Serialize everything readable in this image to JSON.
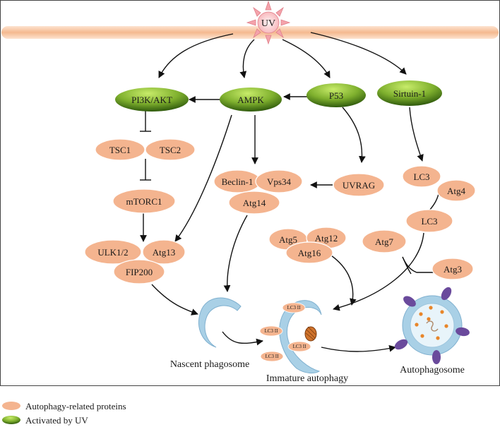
{
  "stimulus": "UV",
  "activated": {
    "pi3k_akt": "PI3K/AKT",
    "ampk": "AMPK",
    "p53": "P53",
    "sirtuin1": "Sirtuin-1"
  },
  "proteins": {
    "tsc1": "TSC1",
    "tsc2": "TSC2",
    "mtorc1": "mTORC1",
    "ulk12": "ULK1/2",
    "atg13": "Atg13",
    "fip200": "FIP200",
    "beclin1": "Beclin-1",
    "vps34": "Vps34",
    "atg14": "Atg14",
    "uvrag": "UVRAG",
    "lc3_top": "LC3",
    "atg4": "Atg4",
    "lc3_mid": "LC3",
    "atg5": "Atg5",
    "atg12": "Atg12",
    "atg16": "Atg16",
    "atg7": "Atg7",
    "atg3": "Atg3"
  },
  "lc3ii": [
    "LC3 II",
    "LC3 II",
    "LC3 II",
    "LC3 II"
  ],
  "stages": {
    "nascent": "Nascent phagosome",
    "immature": "Immature autophagy",
    "autophagosome": "Autophagosome"
  },
  "legend": {
    "autophagy_related": "Autophagy-related proteins",
    "activated_by_uv": "Activated by UV"
  },
  "colors": {
    "membrane": "#f6c3a0",
    "protein_fill": "#f4b48f",
    "green_light": "#a6cf4a",
    "green_dark": "#3d6b12",
    "vesicle": "#a9d0e6",
    "purple": "#6a4a9c",
    "orange_dot": "#e8862a"
  }
}
